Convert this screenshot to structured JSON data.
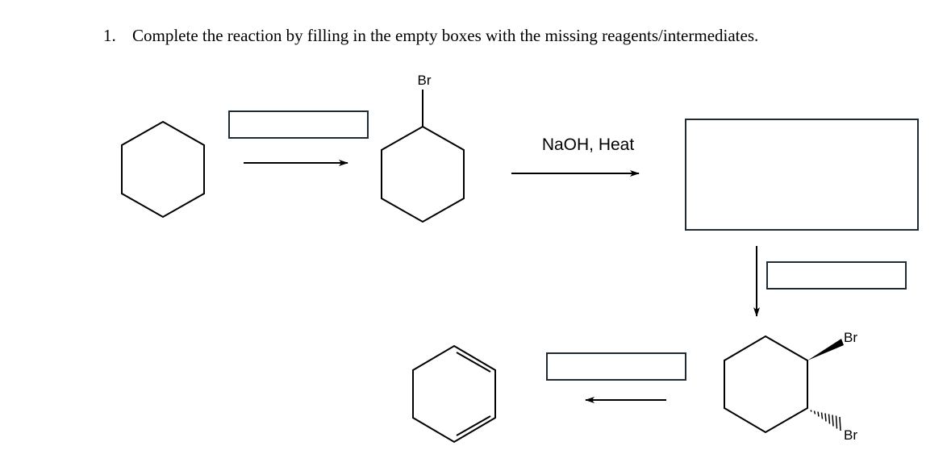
{
  "question": {
    "number": "1.",
    "text": "Complete the reaction by filling in the empty boxes with the missing reagents/intermediates."
  },
  "structures": {
    "bromocyclohexane_substituent": "Br",
    "dibromide_top_substituent": "Br",
    "dibromide_bottom_substituent": "Br"
  },
  "reagents": {
    "step2": "NaOH, Heat"
  },
  "answer_boxes": {
    "step1_reagent": "",
    "step2_product": "",
    "step3_reagent": "",
    "step4_reagent": ""
  },
  "colors": {
    "box_border": "#1f2a33",
    "ink": "#000000"
  }
}
